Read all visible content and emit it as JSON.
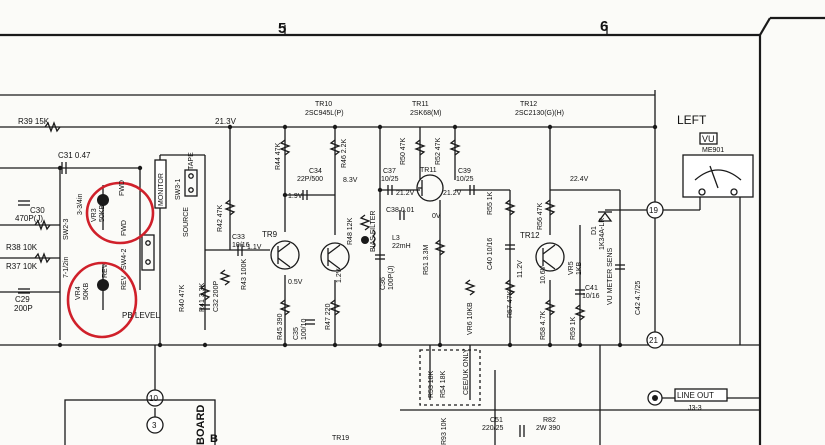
{
  "header": {
    "grid_mid": "5",
    "grid_right": "6"
  },
  "rail": {
    "r39": "R39 15K",
    "voltage": "21.3V"
  },
  "tr10": {
    "name": "TR10",
    "part": "2SC945L(P)"
  },
  "tr11": {
    "name": "TR11",
    "part": "2SK68(M)"
  },
  "tr12": {
    "name": "TR12",
    "part": "2SC2130(G)(H)"
  },
  "c31": "C31 0.47",
  "c30": [
    "C30",
    "470P(J)"
  ],
  "r38": "R38 10K",
  "r37": "R37 10K",
  "c29": [
    "C29",
    "200P"
  ],
  "vr3": [
    "VR3",
    "50KB"
  ],
  "vr4": [
    "VR4",
    "50KB"
  ],
  "sw2": [
    "SW2-3",
    "3-3/4in",
    "7-1/2in"
  ],
  "rev_labels": [
    "FWD",
    "REV",
    "REV",
    "FWD",
    "SW4-2"
  ],
  "monitor": "MONITOR",
  "sw3": [
    "SW3-1",
    "TAPE",
    "SOURCE"
  ],
  "pb_level": "PB LEVEL",
  "r40": "R40 47K",
  "r41": "R41 3.3K",
  "r42": "R42 47K",
  "c32": "C32 200P",
  "c33": [
    "C33",
    "10/16",
    "1.1V"
  ],
  "r43": "R43 100K",
  "tr9": "TR9",
  "r44": "R44 47K",
  "c34": [
    "C34",
    "22P/500"
  ],
  "v19": "1.9V",
  "v05": "0.5V",
  "r45": "R45 390",
  "c35": [
    "C35",
    "100/10"
  ],
  "r47": "R47 220",
  "r46": "R46 2.2K",
  "v83": "8.3V",
  "r48": "R48 12K",
  "v12a": "1.2V",
  "bias": "BIAS FILTER",
  "l3": [
    "L3",
    "22mH"
  ],
  "c36": [
    "C36",
    "100P(J)"
  ],
  "r50": "R50 47K",
  "c37": [
    "C37",
    "10/25"
  ],
  "v212a": "21.2V",
  "v212b": "21.2V",
  "c38": "C38 0.01",
  "v0": "0V",
  "r51": "R51 3.3M",
  "r52": "R52 47K",
  "c39": [
    "C39",
    "10/25"
  ],
  "r55": "R55 1K",
  "c40": "C40 10/16",
  "r56": "R56 47K",
  "v224": "22.4V",
  "v112": "11.2V",
  "v106": "10.6V",
  "vr6": "VR6 10KB",
  "r57": "R57 47K",
  "r58": "R58 4.7K",
  "r59": "R59 1K",
  "c41": [
    "C41",
    "10/16"
  ],
  "vr5": [
    "VR5",
    "1KB"
  ],
  "d1": [
    "D1",
    "1K34A-LR"
  ],
  "vu_sens": "VU METER SENS",
  "c42": "C42 4.7/25",
  "left_label": "LEFT",
  "meter": {
    "label": "VU",
    "part": "ME901"
  },
  "nodes": {
    "n19": "19",
    "n21": "21",
    "n10": "10",
    "n3": "3"
  },
  "line_out": {
    "label": "LINE OUT",
    "jack": "J3-3"
  },
  "cee": "CEE/UK ONLY",
  "r53": "R53 18K",
  "r54": "R54 18K",
  "r93": "R93 10K",
  "c51": [
    "C51",
    "220/25"
  ],
  "r82": [
    "R82",
    "2W 390"
  ],
  "tr19": "TR19",
  "board": [
    "BOARD",
    "B"
  ]
}
